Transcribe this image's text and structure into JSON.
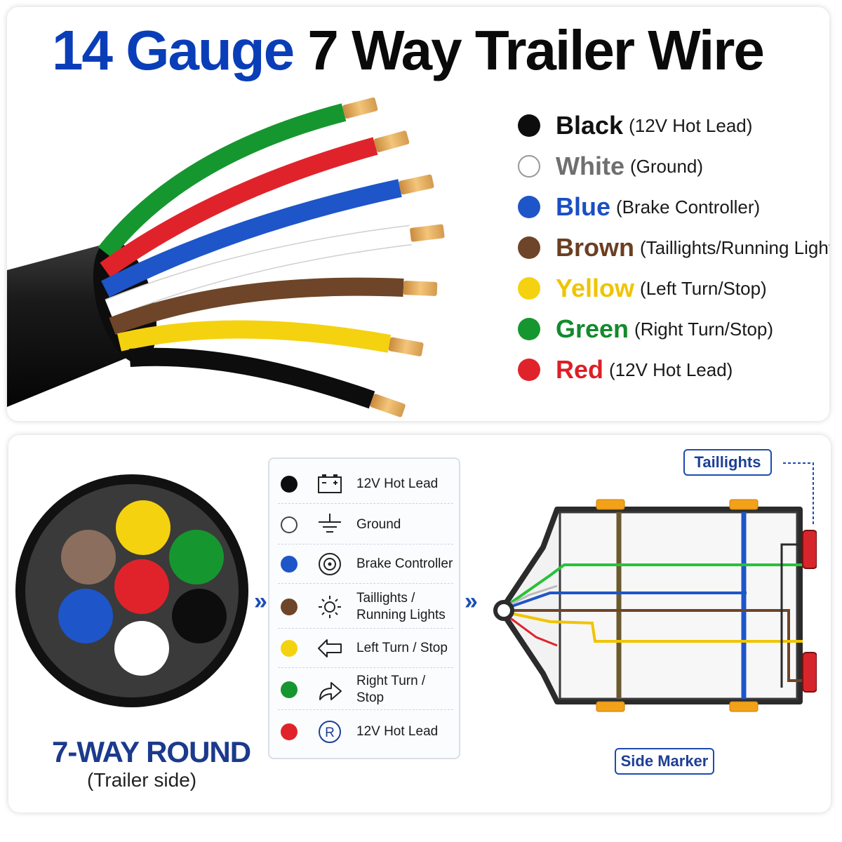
{
  "header": {
    "title_part1": "14 Gauge",
    "title_part2": "7 Way Trailer Wire"
  },
  "colors": {
    "title_blue": "#0a3eb8",
    "black": "#0d0d0d",
    "white": "#ffffff",
    "blue": "#1e55c9",
    "brown": "#6e4528",
    "yellow": "#f4d20f",
    "green": "#16962f",
    "red": "#e0232b"
  },
  "wire_legend": [
    {
      "name": "Black",
      "desc": "(12V Hot Lead)",
      "color": "#0d0d0d",
      "text_color": "#111111"
    },
    {
      "name": "White",
      "desc": "(Ground)",
      "color": "#ffffff",
      "text_color": "#6f6f6f"
    },
    {
      "name": "Blue",
      "desc": "(Brake Controller)",
      "color": "#1e55c9",
      "text_color": "#1a4fc4"
    },
    {
      "name": "Brown",
      "desc": "(Taillights/Running Lights)",
      "color": "#6e4528",
      "text_color": "#6a3f22"
    },
    {
      "name": "Yellow",
      "desc": "(Left Turn/Stop)",
      "color": "#f4d20f",
      "text_color": "#f0c400"
    },
    {
      "name": "Green",
      "desc": "(Right Turn/Stop)",
      "color": "#16962f",
      "text_color": "#138a2c"
    },
    {
      "name": "Red",
      "desc": "(12V Hot Lead)",
      "color": "#e0232b",
      "text_color": "#dd1f26"
    }
  ],
  "connector": {
    "title": "7-WAY ROUND",
    "subtitle": "(Trailer side)"
  },
  "functions": [
    {
      "label": "12V Hot Lead",
      "color": "#0d0d0d",
      "icon": "battery-icon"
    },
    {
      "label": "Ground",
      "color": "#ffffff",
      "icon": "ground-icon"
    },
    {
      "label": "Brake Controller",
      "color": "#1e55c9",
      "icon": "brake-icon"
    },
    {
      "label": "Taillights / Running Lights",
      "color": "#6e4528",
      "icon": "light-icon"
    },
    {
      "label": "Left Turn / Stop",
      "color": "#f4d20f",
      "icon": "arrow-left-icon"
    },
    {
      "label": "Right Turn / Stop",
      "color": "#16962f",
      "icon": "arrow-right-icon"
    },
    {
      "label": "12V Hot Lead",
      "color": "#e0232b",
      "icon": "r-circle-icon"
    }
  ],
  "trailer": {
    "taillights_label": "Taillights",
    "side_marker_label": "Side Marker"
  },
  "separators": {
    "chevron": "»"
  }
}
